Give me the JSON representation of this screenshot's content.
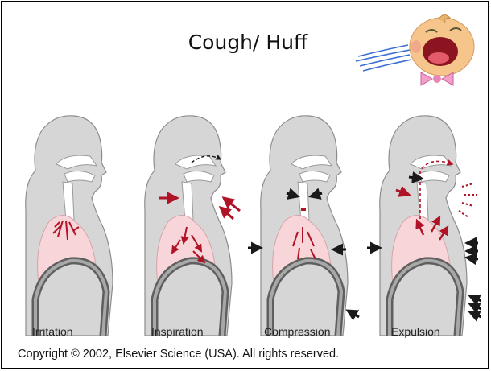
{
  "slide": {
    "title": "Cough/ Huff",
    "stages": [
      "Irritation",
      "Inspiration",
      "Compression",
      "Expulsion"
    ],
    "copyright": "Copyright © 2002, Elsevier Science (USA). All rights reserved."
  },
  "colors": {
    "head": "#d6d6d6",
    "lung": "#f7d5d8",
    "diaphragm": "#7a7a7a",
    "arrow_red": "#b01226",
    "arrow_black": "#1a1a1a",
    "baby_face": "#f6c58c",
    "bow": "#f2a0c8"
  },
  "icons": [
    "crying-baby-icon",
    "cough-breath-lines"
  ]
}
